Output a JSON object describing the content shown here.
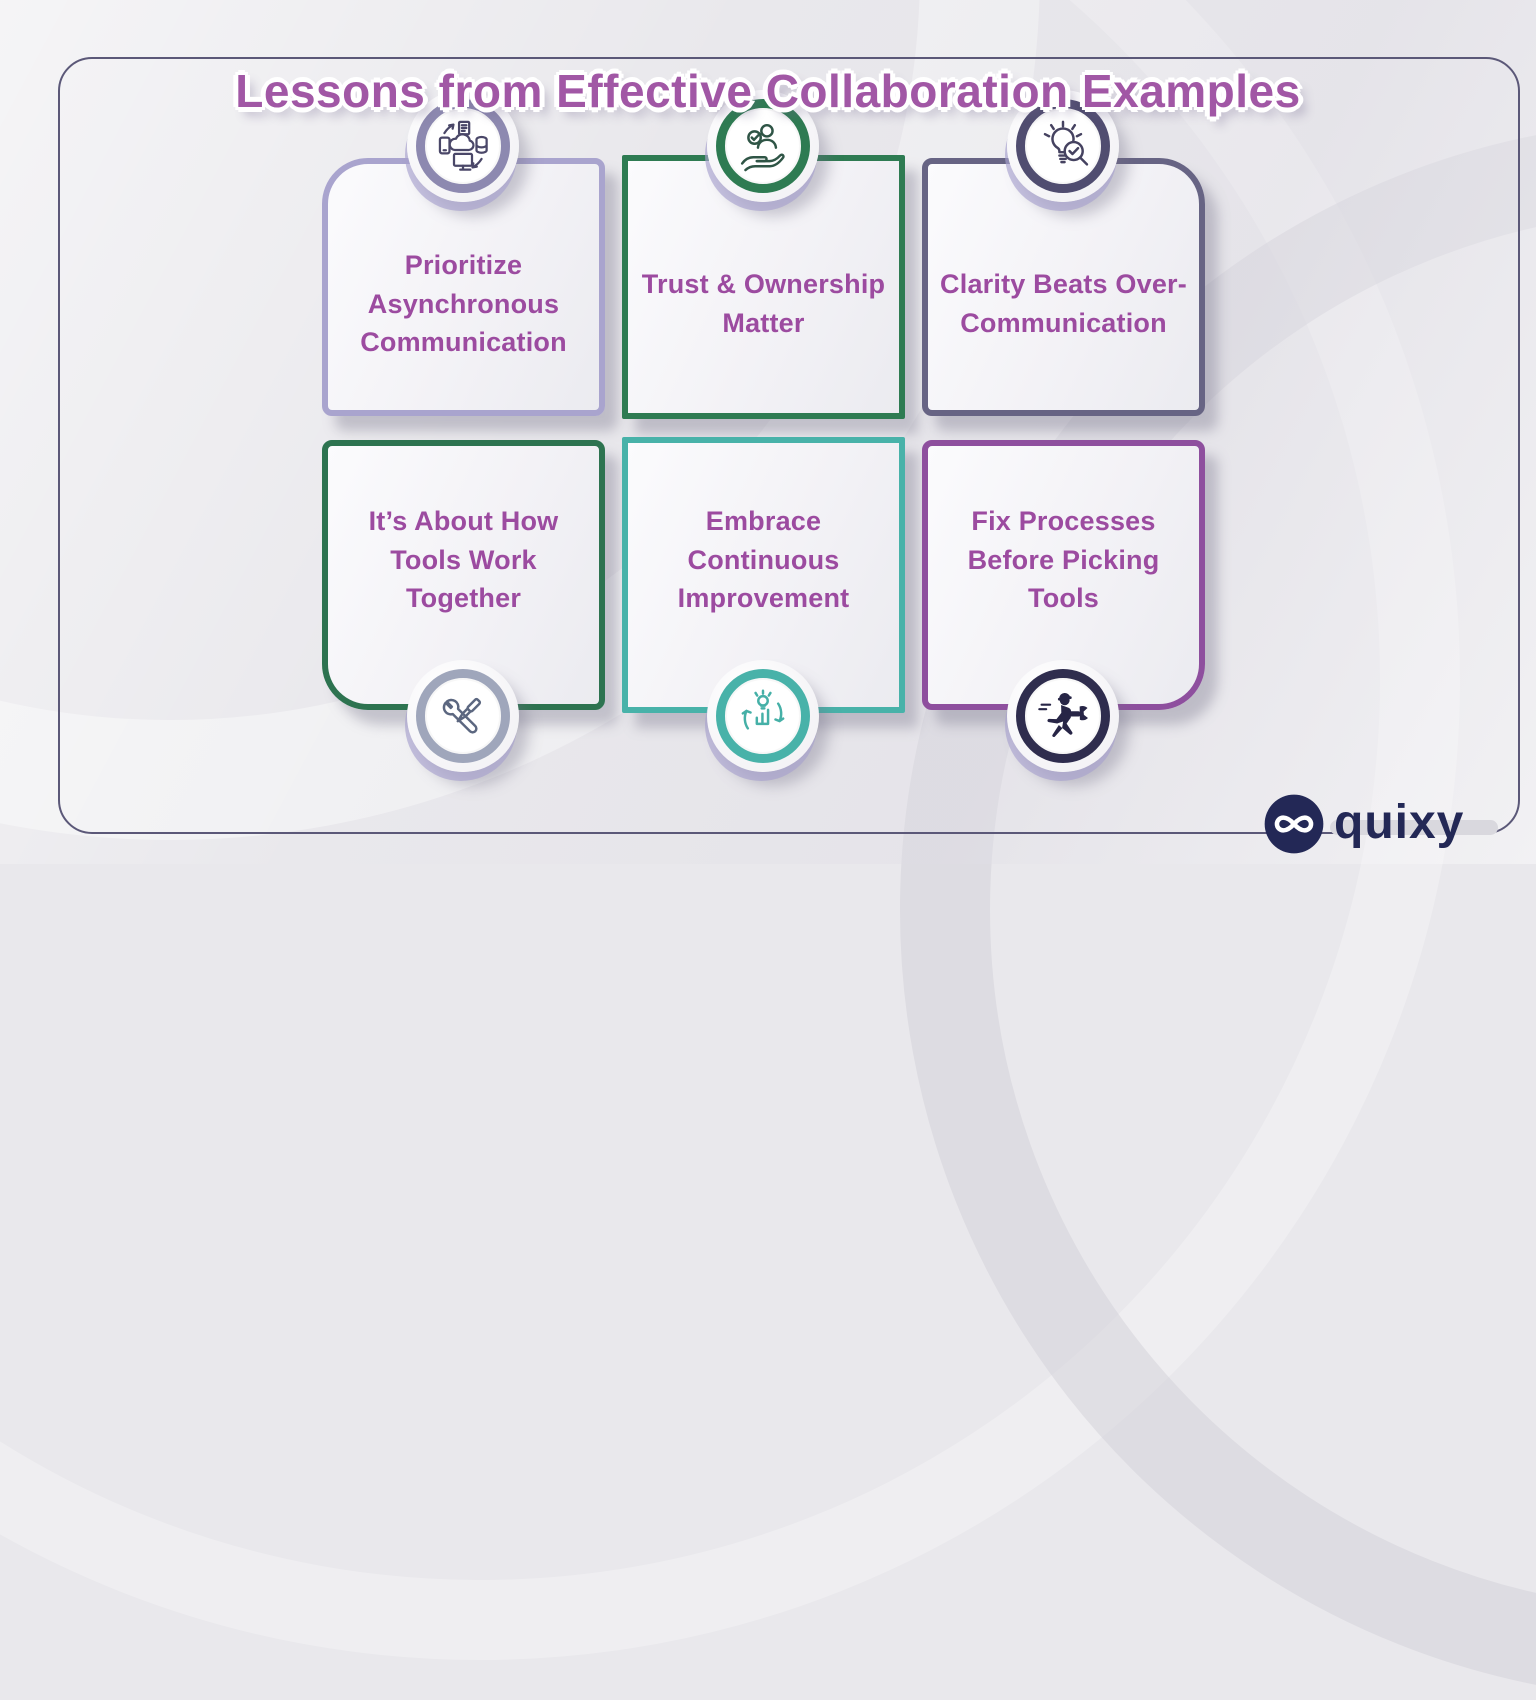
{
  "title": "Lessons from Effective Collaboration Examples",
  "cards": [
    {
      "label": "Prioritize Asynchronous Communication",
      "icon": "devices-sync-icon",
      "icon_position": "top",
      "rounded_corner": "top-left",
      "border_color": "#a9a4ce",
      "ring_color": "#8d89b0",
      "icon_color": "#4a4768"
    },
    {
      "label": "Trust & Ownership Matter",
      "icon": "trust-hand-icon",
      "icon_position": "top",
      "rounded_corner": "none",
      "border_color": "#2e7b52",
      "ring_color": "#2e7b52",
      "icon_color": "#2f5546"
    },
    {
      "label": "Clarity Beats Over-Communication",
      "icon": "idea-clarity-icon",
      "icon_position": "top",
      "rounded_corner": "top-right",
      "border_color": "#676484",
      "ring_color": "#504d70",
      "icon_color": "#454260"
    },
    {
      "label": "It’s About How Tools Work Together",
      "icon": "tools-icon",
      "icon_position": "bottom",
      "rounded_corner": "bottom-left",
      "border_color": "#2d7350",
      "ring_color": "#9fa6bb",
      "icon_color": "#5c6780"
    },
    {
      "label": "Embrace Continuous Improvement",
      "icon": "continuous-improvement-icon",
      "icon_position": "bottom",
      "rounded_corner": "none",
      "border_color": "#48b2a9",
      "ring_color": "#48b2a9",
      "icon_color": "#45b0a7"
    },
    {
      "label": "Fix Processes Before Picking Tools",
      "icon": "running-repair-icon",
      "icon_position": "bottom",
      "rounded_corner": "bottom-right",
      "border_color": "#8e4f9e",
      "ring_color": "#2f2d4e",
      "icon_color": "#272546"
    }
  ],
  "logo": {
    "text": "quixy",
    "icon": "quixy-infinity-icon"
  },
  "colors": {
    "background": "#e9e8ec",
    "frame_line": "#5b5878",
    "title_text": "#a157a5",
    "card_text": "#9c4ba0",
    "logo": "#232856"
  }
}
